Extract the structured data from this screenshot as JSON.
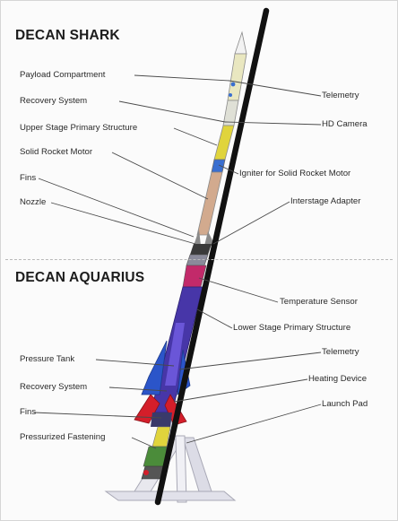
{
  "shark": {
    "title": "DECAN SHARK",
    "labels": {
      "payload_compartment": "Payload Compartment",
      "recovery_system": "Recovery System",
      "upper_stage_structure": "Upper Stage Primary Structure",
      "solid_rocket_motor": "Solid Rocket Motor",
      "fins": "Fins",
      "nozzle": "Nozzle",
      "telemetry": "Telemetry",
      "hd_camera": "HD Camera",
      "igniter": "Igniter for Solid Rocket Motor",
      "interstage_adapter": "Interstage Adapter"
    }
  },
  "aquarius": {
    "title": "DECAN AQUARIUS",
    "labels": {
      "temperature_sensor": "Temperature Sensor",
      "lower_stage_structure": "Lower Stage Primary Structure",
      "pressure_tank": "Pressure Tank",
      "telemetry": "Telemetry",
      "recovery_system": "Recovery System",
      "heating_device": "Heating Device",
      "fins": "Fins",
      "launch_pad": "Launch Pad",
      "pressurized_fastening": "Pressurized Fastening"
    }
  },
  "colors": {
    "rail": "#111111",
    "upper_body": "#d2aa8e",
    "lower_body": "#4736a8",
    "payload": "#e9e7c0",
    "yellow_section": "#e0d43c",
    "red_accent": "#d41e2a",
    "launch_pad": "#e8e8ee"
  }
}
